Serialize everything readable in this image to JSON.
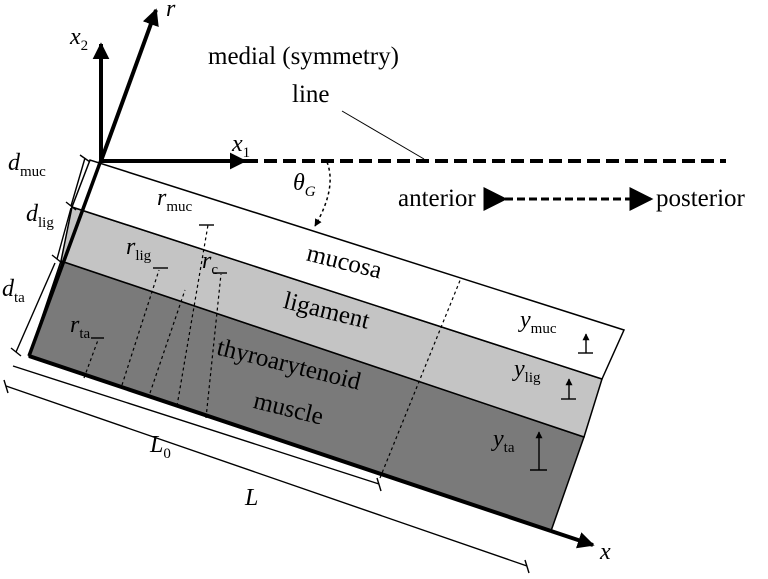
{
  "labels": {
    "medial": "medial (symmetry)",
    "line": "line",
    "anterior": "anterior",
    "posterior": "posterior",
    "mucosa": "mucosa",
    "ligament": "ligament",
    "thyroarytenoid": "thyroarytenoid",
    "muscle": "muscle"
  },
  "symbols": {
    "x2": {
      "base": "x",
      "sub": "2"
    },
    "r": {
      "base": "r"
    },
    "x1": {
      "base": "x",
      "sub": "1"
    },
    "x": {
      "base": "x"
    },
    "theta": {
      "base": "θ",
      "sub": "G"
    },
    "d_muc": {
      "base": "d",
      "sub": "muc"
    },
    "d_lig": {
      "base": "d",
      "sub": "lig"
    },
    "d_ta": {
      "base": "d",
      "sub": "ta"
    },
    "r_muc": {
      "base": "r",
      "sub": "muc"
    },
    "r_lig": {
      "base": "r",
      "sub": "lig"
    },
    "r_c": {
      "base": "r",
      "sub": "c"
    },
    "r_ta": {
      "base": "r",
      "sub": "ta"
    },
    "y_muc": {
      "base": "y",
      "sub": "muc"
    },
    "y_lig": {
      "base": "y",
      "sub": "lig"
    },
    "y_ta": {
      "base": "y",
      "sub": "ta"
    },
    "L0": {
      "base": "L",
      "sub": "0"
    },
    "L": {
      "base": "L"
    }
  },
  "colors": {
    "mucosa": "#ffffff",
    "ligament": "#c4c4c4",
    "muscle": "#7a7a7a",
    "ink": "#000000"
  }
}
